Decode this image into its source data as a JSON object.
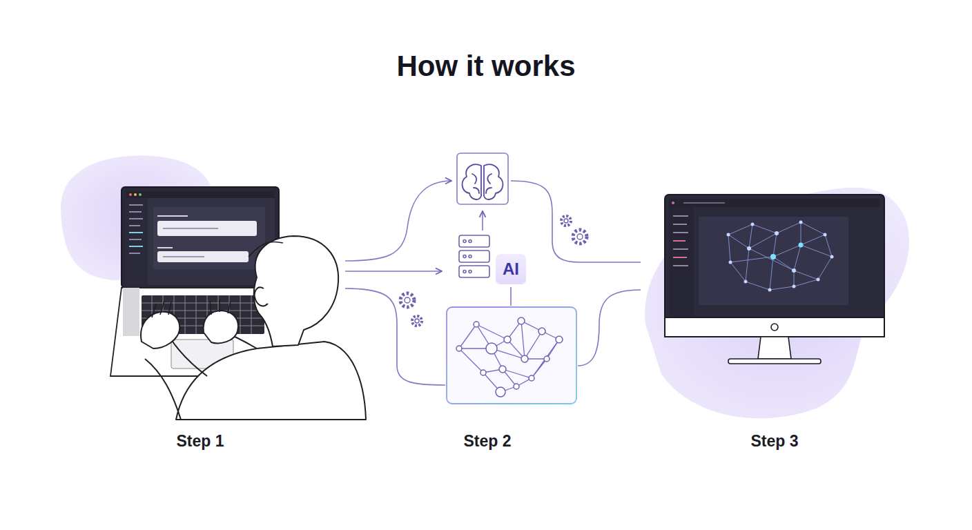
{
  "diagram": {
    "title": "How it works",
    "nodes": [
      {
        "text": [
          "Step 1"
        ]
      },
      {
        "text": [
          "Step 2"
        ]
      },
      {
        "text": [
          "AI"
        ],
        "in": 1
      },
      {
        "text": [
          "Step 3"
        ]
      }
    ],
    "edges": [
      {
        "from": 0,
        "to": 1,
        "arrow": "to"
      },
      {
        "from": 1,
        "to": 3,
        "arrow": "none"
      }
    ]
  }
}
